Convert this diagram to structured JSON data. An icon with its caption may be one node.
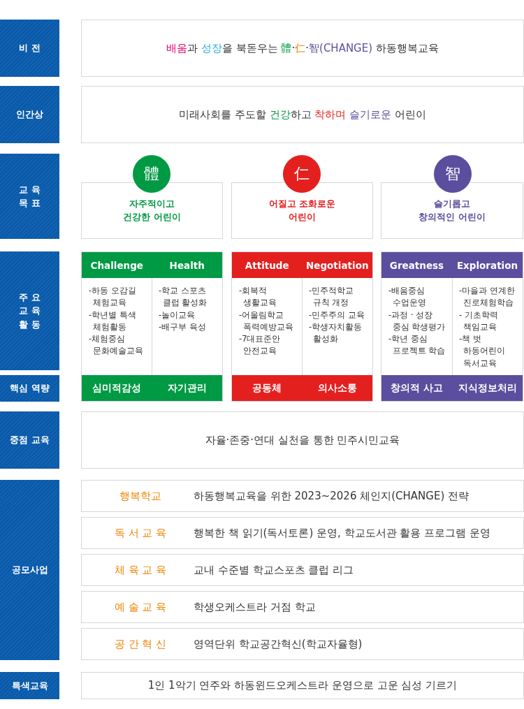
{
  "diagram": {
    "nodes": [
      {
        "text": [
          "비 전"
        ]
      },
      {
        "text": [
          "**배움**과 **성장**을 북돋우는 **體**·**仁**·**智(CHANGE)** 하동행복교육"
        ]
      },
      {
        "text": [
          "인간상"
        ]
      },
      {
        "text": [
          "미래사회를 주도할 **건강**하고 **착하며** **슬기로운** 어린이"
        ]
      },
      {
        "text": [
          "교 육 목 표"
        ]
      },
      {
        "text": [
          "體"
        ]
      },
      {
        "text": [
          "자주적이고 건강한 어린이"
        ]
      },
      {
        "text": [
          "仁"
        ]
      },
      {
        "text": [
          "어질고 조화로운 어린이"
        ]
      },
      {
        "text": [
          "智"
        ]
      },
      {
        "text": [
          "슬기롭고 창의적인 어린이"
        ]
      },
      {
        "text": [
          "주 요 교 육 활 동"
        ]
      },
      {
        "text": [],
        "shape": "box"
      },
      {
        "text": [
          "Challenge",
          "Health"
        ],
        "in": 12
      },
      {
        "text": [
          "-하동 오감길 체험교육",
          "-학년별 특색 체험활동",
          "-체험중심 문화예술교육"
        ],
        "in": 12
      },
      {
        "text": [
          "-학교 스포츠 클럽 활성화",
          "-놀이교육",
          "-배구부 육성"
        ],
        "in": 12
      },
      {
        "text": [
          "심미적감성",
          "자기관리"
        ],
        "in": 12
      },
      {
        "text": [],
        "shape": "box"
      },
      {
        "text": [
          "Attitude",
          "Negotiation"
        ],
        "in": 17
      },
      {
        "text": [
          "-회복적 생활교육",
          "-어울림학교 폭력예방교육",
          "-7대표준안 안전교육"
        ],
        "in": 17
      },
      {
        "text": [
          "-민주적학교 규칙 개정",
          "-민주주의 교육",
          "-학생자치활동 활성화"
        ],
        "in": 17
      },
      {
        "text": [
          "공동체",
          "의사소통"
        ],
        "in": 17
      },
      {
        "text": [],
        "shape": "box"
      },
      {
        "text": [
          "Greatness",
          "Exploration"
        ],
        "in": 22
      },
      {
        "text": [
          "-배움중심 수업운영",
          "-과정 · 성장 중심 학생평가",
          "-학년 중심 프로젝트 학습"
        ],
        "in": 22
      },
      {
        "text": [
          "-마을과 연계한 진로체험학습",
          "- 기초학력 책임교육",
          "-책 벗 하동어린이 독서교육"
        ],
        "in": 22
      },
      {
        "text": [
          "창의적 사고",
          "지식정보처리"
        ],
        "in": 22
      },
      {
        "text": [
          "핵심 역량"
        ]
      },
      {
        "text": [
          "중점 교육"
        ]
      },
      {
        "text": [
          "자율·존중·연대 실천을 통한 민주시민교육"
        ]
      },
      {
        "text": [
          "공모사업"
        ]
      },
      {
        "text": [
          "행복학교",
          "하동행복교육을 위한 2023~2026 체인지(CHANGE) 전략"
        ]
      },
      {
        "text": [
          "독 서 교 육",
          "행복한 책 읽기(독서토론) 운영, 학교도서관 활용 프로그램 운영"
        ]
      },
      {
        "text": [
          "체 육 교 육",
          "교내 수준별 학교스포츠 클럽 리그"
        ]
      },
      {
        "text": [
          "예 술 교 육",
          "학생오케스트라 거점 학교"
        ]
      },
      {
        "text": [
          "공 간 혁 신",
          "영역단위 학교공간혁신(학교자율형)"
        ]
      },
      {
        "text": [
          "특색교육"
        ]
      },
      {
        "text": [
          "1인 1악기 연주와 하동윈드오케스트라 운영으로 고운 심성 기르기"
        ]
      }
    ],
    "edges": []
  }
}
